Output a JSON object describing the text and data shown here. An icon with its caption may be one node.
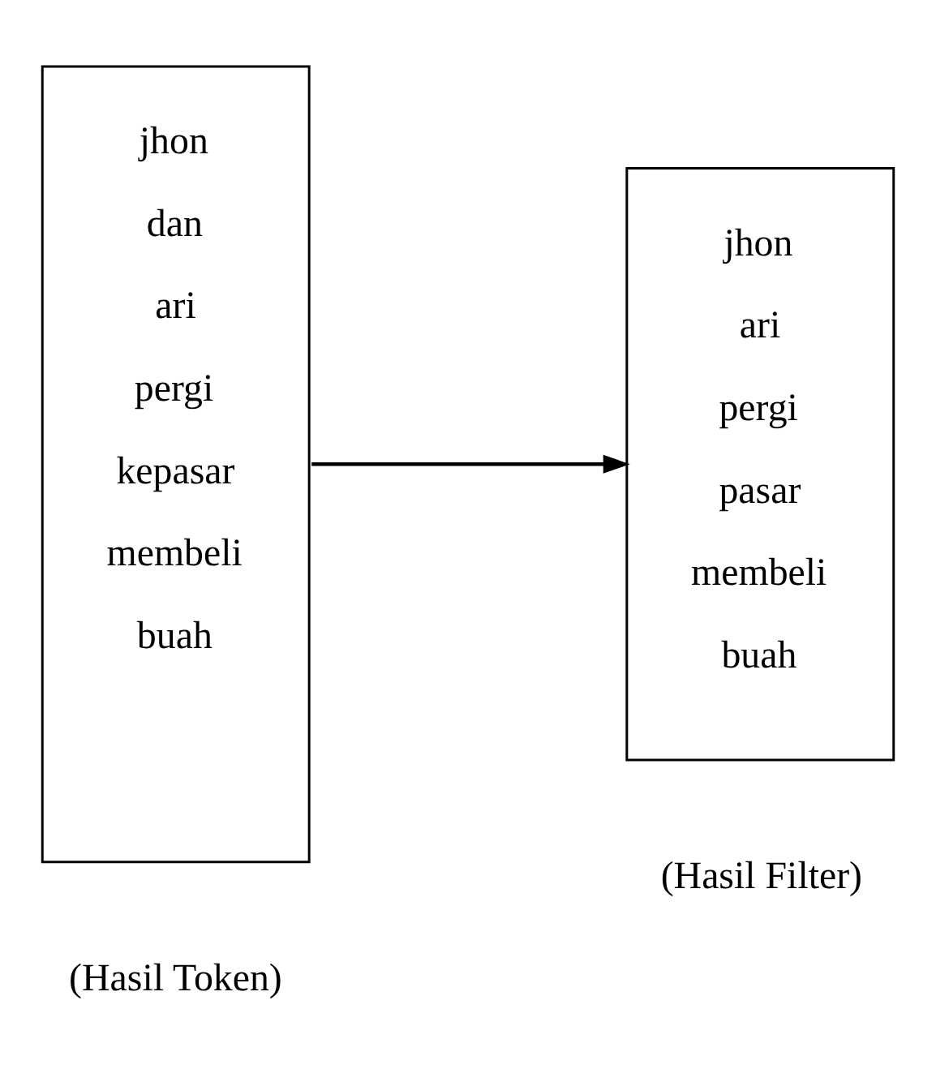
{
  "diagram": {
    "nodes": [
      {
        "text": [
          "jhon",
          "dan",
          "ari",
          "pergi",
          "kepasar",
          "membeli",
          "buah"
        ],
        "beside": [
          "(Hasil Token)"
        ]
      },
      {
        "text": [
          "jhon",
          "ari",
          "pergi",
          "pasar",
          "membeli",
          "buah"
        ],
        "beside": [
          "(Hasil Filter)"
        ]
      }
    ],
    "edges": [
      {
        "from": 0,
        "to": 1,
        "arrow": "to"
      }
    ]
  }
}
